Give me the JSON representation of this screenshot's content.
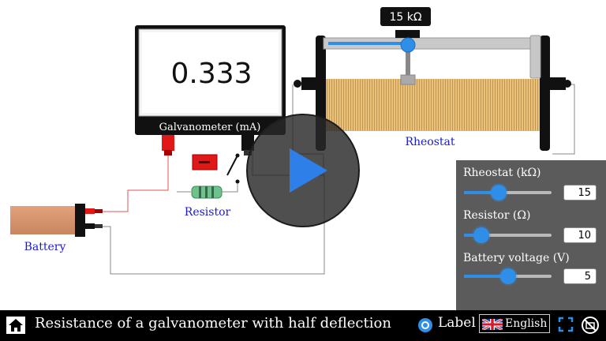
{
  "apparatus": {
    "rheostat_tooltip": "15 kΩ",
    "galvanometer_reading": "0.333",
    "galvanometer_label": "Galvanometer (mA)",
    "rheostat_label": "Rheostat",
    "resistor_label": "Resistor",
    "battery_label": "Battery"
  },
  "controls": {
    "rheostat": {
      "label": "Rheostat (kΩ)",
      "value": "15",
      "slider_fraction": 0.4
    },
    "resistor": {
      "label": "Resistor (Ω)",
      "value": "10",
      "slider_fraction": 0.2
    },
    "battery_voltage": {
      "label": "Battery voltage (V)",
      "value": "5",
      "slider_fraction": 0.5
    }
  },
  "bottom_bar": {
    "title": "Resistance of a galvanometer with half deflection",
    "label_toggle": "Label",
    "language": "English"
  },
  "colors": {
    "accent": "#2e8ee8",
    "label_blue": "#1b1bd0",
    "panel": "#5b5b5b"
  },
  "icons": [
    "home-icon",
    "play-icon",
    "radio-icon",
    "uk-flag-icon",
    "fullscreen-icon",
    "no-symbol-icon"
  ]
}
